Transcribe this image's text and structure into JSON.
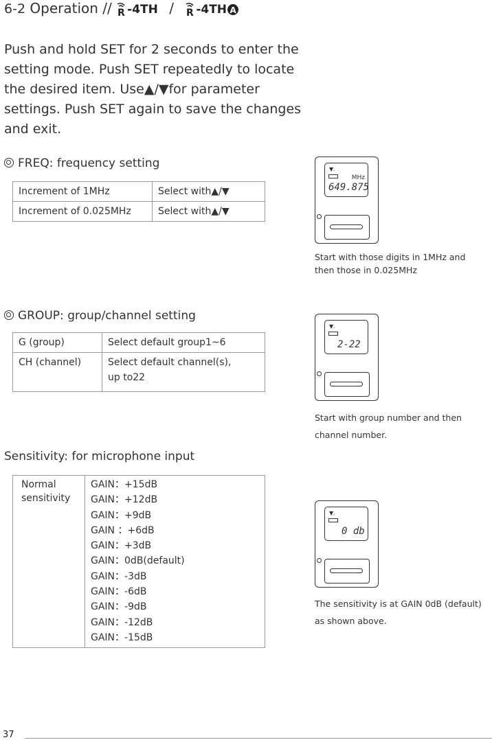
{
  "heading": {
    "number": "6-2",
    "title": "Operation //",
    "model_a": "-4TH",
    "separator": "/",
    "model_b": "-4TH"
  },
  "intro": "Push and hold SET for 2 seconds to enter the setting mode. Push SET repeatedly to locate the desired item. Use▲/▼for parameter settings. Push SET again to save the changes and exit.",
  "freq": {
    "title": "FREQ: frequency setting",
    "rows": [
      [
        "Increment of 1MHz",
        "Select with▲/▼"
      ],
      [
        "Increment of 0.025MHz",
        "Select with▲/▼"
      ]
    ],
    "lcd_value": "649.875",
    "lcd_unit": "MHz",
    "caption_l1": "Start with those digits in 1MHz and",
    "caption_l2": "then those in 0.025MHz"
  },
  "group": {
    "title": "GROUP: group/channel setting",
    "rows": [
      [
        "G (group)",
        "Select default group1~6"
      ],
      [
        "CH (channel)",
        "Select default channel(s),",
        "up to22"
      ]
    ],
    "lcd_value": "2-22",
    "caption_l1": "Start with group number and then",
    "caption_l2": "channel number."
  },
  "sens": {
    "title": "Sensitivity: for microphone input",
    "label_l1": "Normal",
    "label_l2": "sensitivity",
    "gains": [
      "GAIN：+15dB",
      "GAIN：+12dB",
      "GAIN：+9dB",
      "GAIN ：+6dB",
      "GAIN：+3dB",
      "GAIN：0dB(default)",
      "GAIN：-3dB",
      "GAIN：-6dB",
      "GAIN：-9dB",
      "GAIN：-12dB",
      "GAIN：-15dB"
    ],
    "lcd_value": "0 db",
    "caption_l1": "The sensitivity is at GAIN 0dB (default)",
    "caption_l2": "as shown above."
  },
  "page_number": "37"
}
